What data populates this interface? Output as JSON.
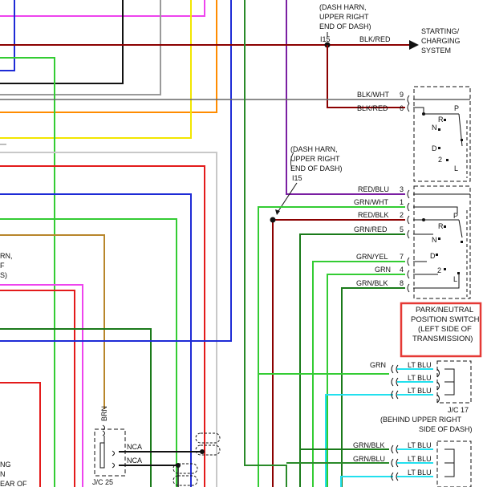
{
  "colors": {
    "highlight": "#e53935",
    "blk_red": "#8b0000",
    "red": "#e31b1b",
    "blue": "#1e2bd6",
    "green": "#33cc33",
    "dark_green": "#1a7a1a",
    "purple": "#7a1fa2",
    "brown": "#b8862b",
    "yellow": "#f2e600",
    "orange": "#ff8c00",
    "magenta": "#ee44ee",
    "cyan": "#22e0ee",
    "gray": "#a0a0a0",
    "black": "#111111"
  },
  "dash_harness_top": [
    "(DASH HARN,",
    "UPPER RIGHT",
    "END OF DASH)"
  ],
  "dash_harness_mid": [
    "(DASH HARN,",
    "UPPER RIGHT",
    "END OF DASH)"
  ],
  "connector_i15_top": "I15",
  "connector_i15_mid": "I15",
  "top_wire_label": "BLK/RED",
  "starting_system": [
    "STARTING/",
    "CHARGING",
    "SYSTEM"
  ],
  "switch_upper_pins": [
    {
      "wire": "BLK/WHT",
      "pin": "9"
    },
    {
      "wire": "BLK/RED",
      "pin": "6"
    }
  ],
  "switch_middle_pins": [
    {
      "wire": "RED/BLU",
      "pin": "3"
    },
    {
      "wire": "GRN/WHT",
      "pin": "1"
    },
    {
      "wire": "RED/BLK",
      "pin": "2"
    },
    {
      "wire": "GRN/RED",
      "pin": "5"
    }
  ],
  "switch_lower_pins": [
    {
      "wire": "GRN/YEL",
      "pin": "7"
    },
    {
      "wire": "GRN",
      "pin": "4"
    },
    {
      "wire": "GRN/BLK",
      "pin": "8"
    }
  ],
  "switch_positions_upper": [
    "P",
    "R",
    "N",
    "D",
    "2",
    "L"
  ],
  "switch_positions_middle": [
    "P",
    "R",
    "N"
  ],
  "switch_positions_lower": [
    "D",
    "2",
    "L"
  ],
  "component_label": [
    "PARK/NEUTRAL",
    "POSITION SWITCH",
    "(LEFT SIDE OF",
    "TRANSMISSION)"
  ],
  "jc17_rows": [
    {
      "left": "GRN",
      "right": "LT BLU"
    },
    {
      "left": "",
      "right": "LT BLU"
    },
    {
      "left": "",
      "right": "LT BLU"
    }
  ],
  "jc17_label": [
    "J/C 17",
    "(BEHIND UPPER RIGHT",
    "SIDE OF DASH)"
  ],
  "jc_lower_rows": [
    {
      "left": "GRN/BLK",
      "right": "LT BLU"
    },
    {
      "left": "GRN/BLU",
      "right": "LT BLU"
    },
    {
      "left": "",
      "right": "LT BLU"
    }
  ],
  "jc25_wire": "BRN",
  "jc25_pins": [
    "NCA",
    "NCA"
  ],
  "jc25_label": "J/C 25",
  "left_fragments_a": [
    "RN,",
    "F",
    "S)"
  ],
  "left_fragments_b": [
    "NG",
    "N",
    "EAR OF"
  ]
}
